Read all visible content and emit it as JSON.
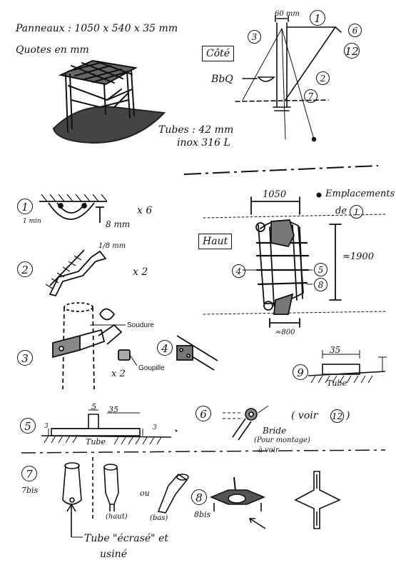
{
  "header": {
    "panel_size": "Panneaux : 1050 x 540 x 35 mm",
    "units_note": "Quotes en mm",
    "tube_spec_line1": "Tubes : 42 mm",
    "tube_spec_line2": "inox 316 L"
  },
  "side_view": {
    "title": "Côté",
    "dim_60": "60 mm",
    "bbq_label": "BbQ",
    "callouts": [
      "1",
      "2",
      "3",
      "6",
      "7",
      "12"
    ]
  },
  "top_view": {
    "title": "Haut",
    "dim_1050": "1050",
    "dim_1900": "≈1900",
    "dim_800": "≈800",
    "legend_text_1": "Emplacements",
    "legend_text_2": "de",
    "legend_ref": "1",
    "callouts": [
      "4",
      "5",
      "8"
    ]
  },
  "details": {
    "d1": {
      "num": "1",
      "gap": "1 min",
      "height": "8 mm",
      "qty": "x 6"
    },
    "d2": {
      "num": "2",
      "thickness": "1/8 mm",
      "qty": "x 2"
    },
    "d3": {
      "num": "3",
      "weld": "Soudure",
      "pin": "Goupille",
      "qty": "x 2"
    },
    "d4": {
      "num": "4"
    },
    "d9": {
      "num": "9",
      "width": "35",
      "tube": "Tube"
    },
    "d5": {
      "num": "5",
      "dim_a": "5",
      "dim_b": "35",
      "left": "3",
      "right": "3",
      "tube": "Tube"
    },
    "d6": {
      "num": "6",
      "see_ref_text": "( voir",
      "see_ref": "12",
      "see_ref_close": ")",
      "bride_1": "Bride",
      "bride_2": "(Pour montage)",
      "bride_3": "à voir"
    },
    "d7": {
      "num": "7",
      "bis": "7bis",
      "haut": "(haut)",
      "bas": "(bas)",
      "ou": "ou",
      "caption_1": "Tube \"écrasé\" et",
      "caption_2": "usiné"
    },
    "d8": {
      "num": "8",
      "bis": "8bis"
    }
  }
}
